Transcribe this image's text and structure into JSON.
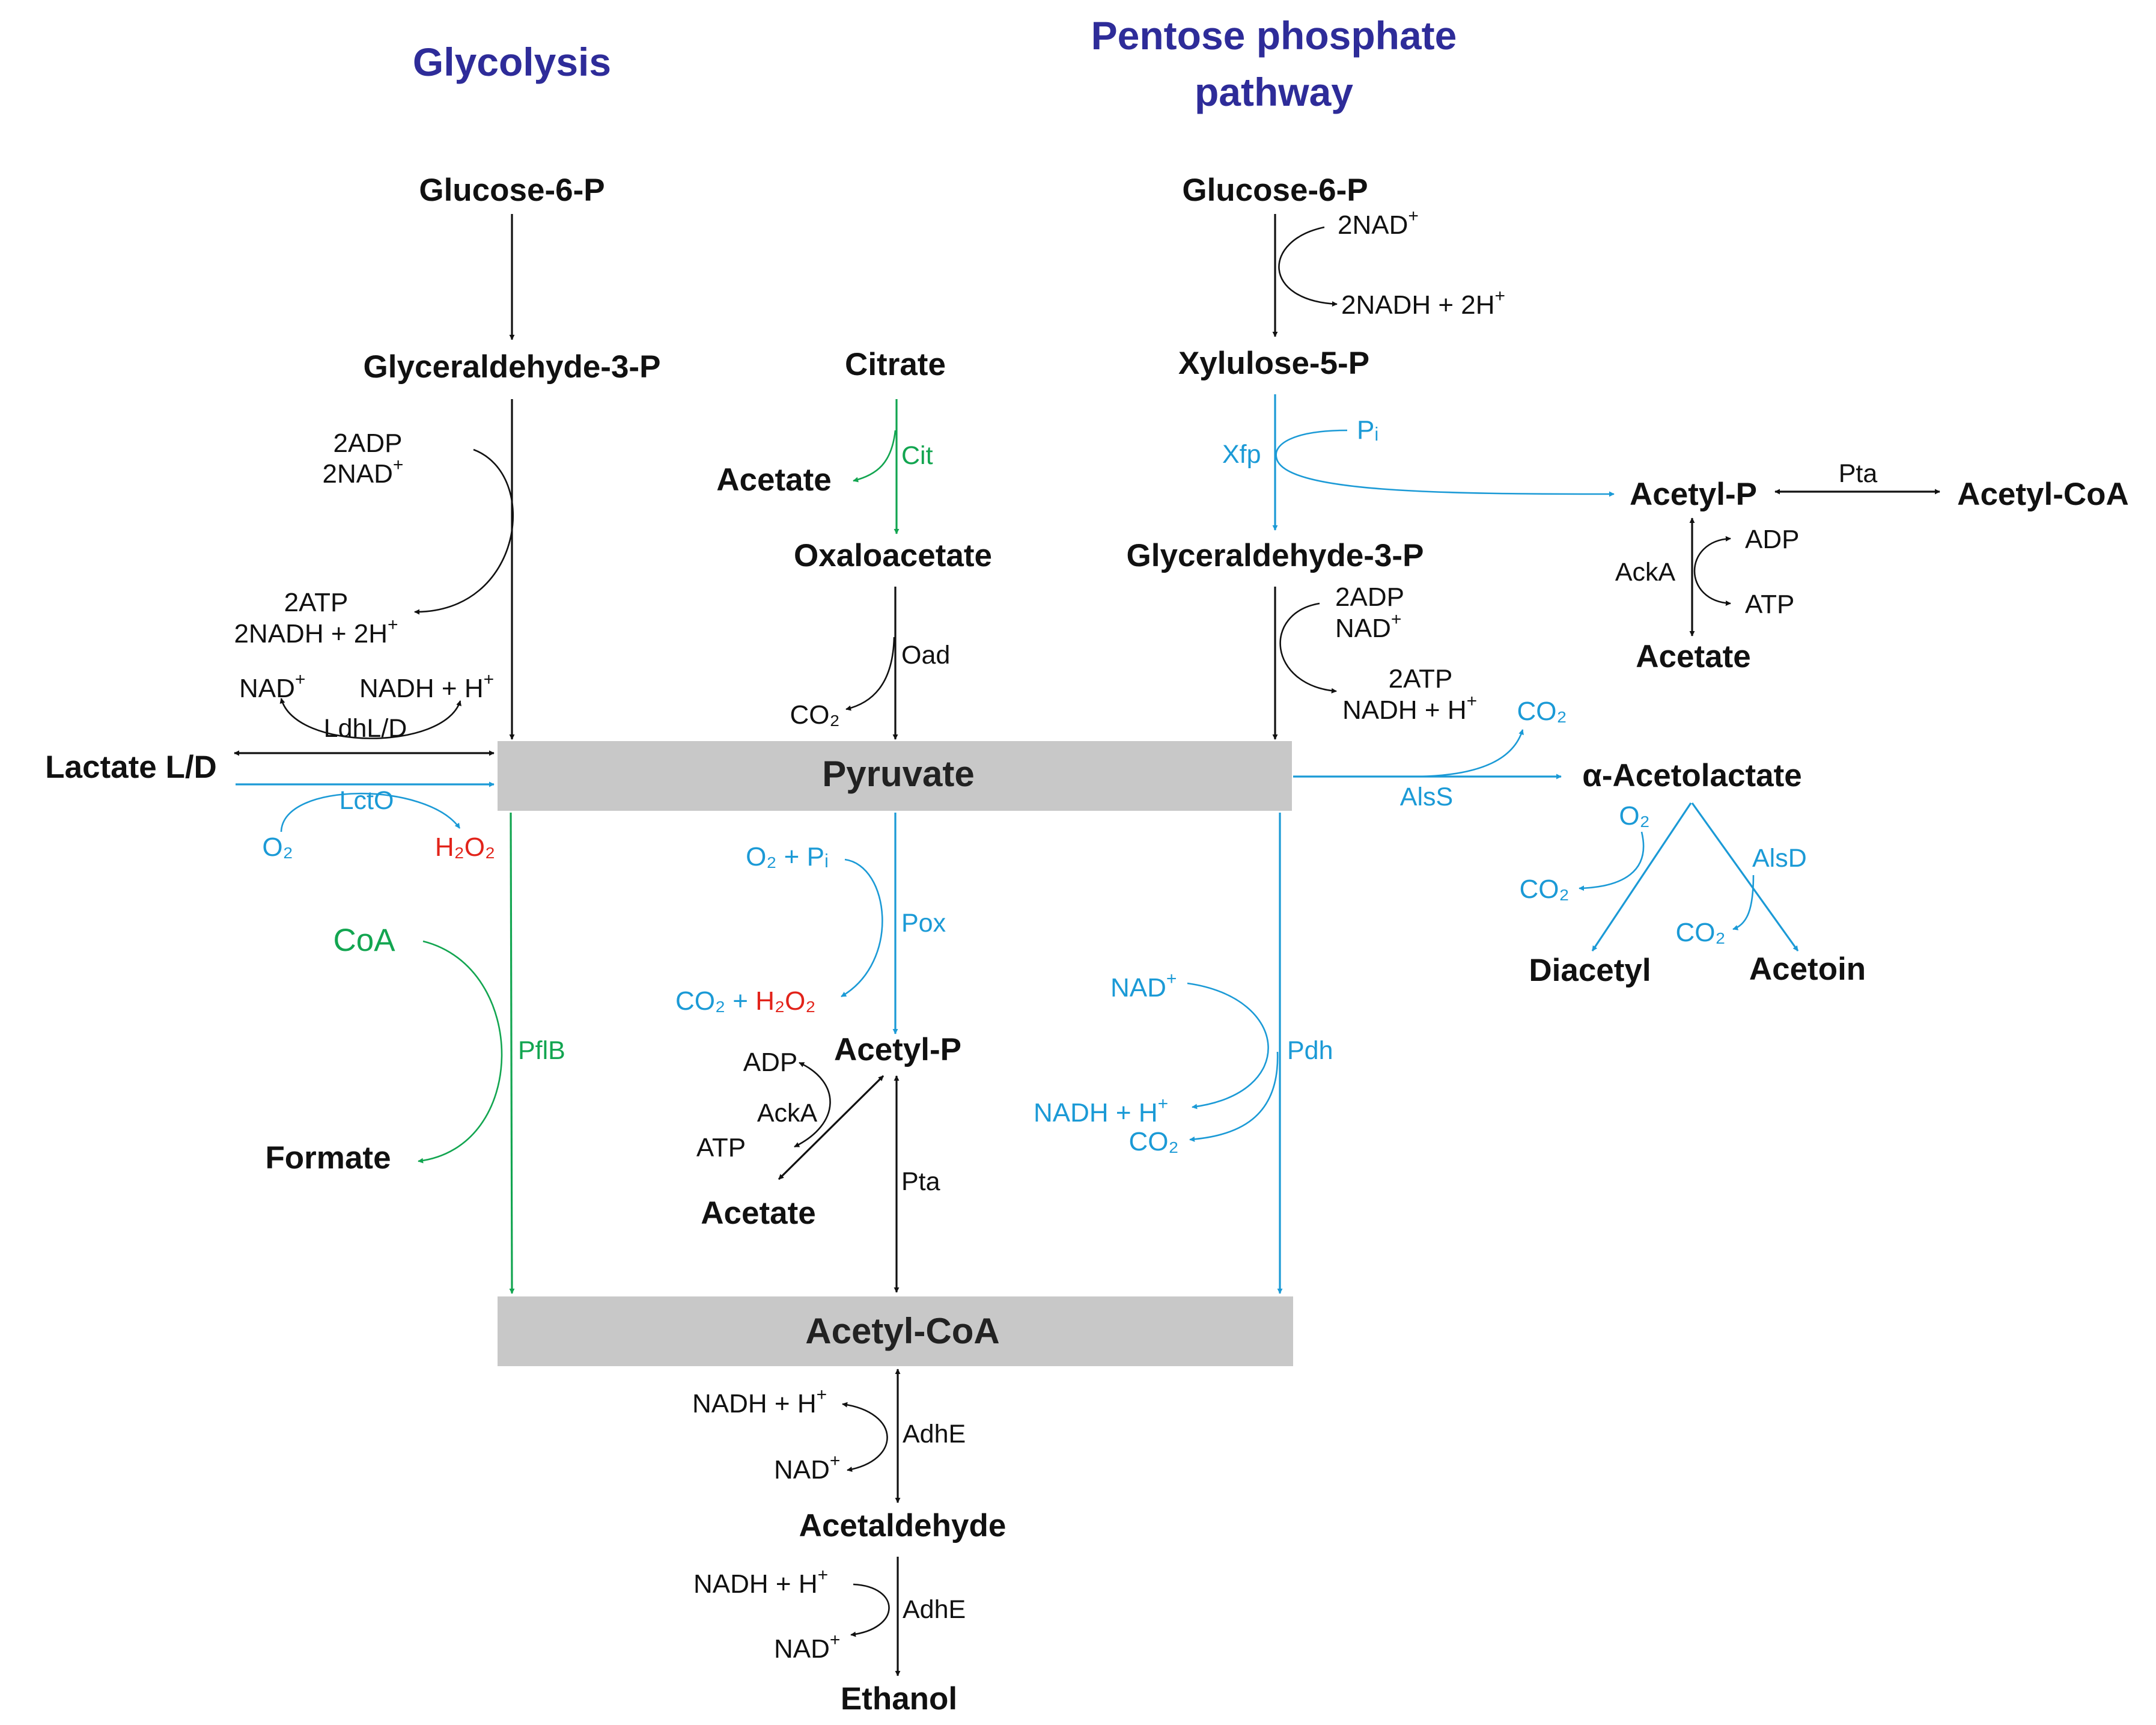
{
  "colors": {
    "header": "#2e2c99",
    "black": "#111111",
    "blue": "#1b9ad6",
    "green": "#12a550",
    "red": "#e2231a",
    "box": "#c8c8c8"
  },
  "headers": {
    "glycolysis": "Glycolysis",
    "pentose_line1": "Pentose phosphate",
    "pentose_line2": "pathway"
  },
  "boxes": {
    "pyruvate": "Pyruvate",
    "acetyl_coa": "Acetyl-CoA"
  },
  "metabolites": {
    "glc6p_left": "Glucose-6-P",
    "g3p_left": "Glyceraldehyde-3-P",
    "citrate": "Citrate",
    "acetate_cit": "Acetate",
    "oxaloacetate": "Oxaloacetate",
    "glc6p_right": "Glucose-6-P",
    "xylulose5p": "Xylulose-5-P",
    "g3p_right": "Glyceraldehyde-3-P",
    "acetylp_right": "Acetyl-P",
    "acetylcoa_right": "Acetyl-CoA",
    "acetate_right": "Acetate",
    "lactate": "Lactate L/D",
    "acetolactate": "α-Acetolactate",
    "diacetyl": "Diacetyl",
    "acetoin": "Acetoin",
    "formate": "Formate",
    "acetylp_mid": "Acetyl-P",
    "acetate_mid": "Acetate",
    "acetaldehyde": "Acetaldehyde",
    "ethanol": "Ethanol"
  },
  "cofactors": {
    "g1_2adp": "2ADP",
    "g1_2nad": "2NAD",
    "g1_2atp": "2ATP",
    "g1_2nadh": "2NADH + 2H",
    "lac_nad": "NAD",
    "lac_nadh": "NADH + H",
    "lac_o2": "O₂",
    "lac_h2o2": "H₂O₂",
    "ppp_2nad": "2NAD",
    "ppp_2nadh": "2NADH + 2H",
    "ppp_pi": "Pᵢ",
    "acka_adp": "ADP",
    "acka_atp": "ATP",
    "g3pr_2adp": "2ADP",
    "g3pr_nad": "NAD",
    "g3pr_2atp": "2ATP",
    "g3pr_nadh": "NADH + H",
    "oad_co2": "CO₂",
    "als_co2": "CO₂",
    "al_o2": "O₂",
    "al_co2_left": "CO₂",
    "al_co2_right": "CO₂",
    "coa": "CoA",
    "pox_o2pi": "O₂ + Pᵢ",
    "pox_co2": "CO₂ + ",
    "pox_h2o2": "H₂O₂",
    "mid_adp": "ADP",
    "mid_atp": "ATP",
    "pdh_nad": "NAD",
    "pdh_nadh": "NADH + H",
    "pdh_co2": "CO₂",
    "adhe1_nadh": "NADH + H",
    "adhe1_nad": "NAD",
    "adhe2_nadh": "NADH + H",
    "adhe2_nad": "NAD",
    "plus": "+"
  },
  "enzymes": {
    "cit": "Cit",
    "oad": "Oad",
    "xfp": "Xfp",
    "pta_right": "Pta",
    "acka_right": "AckA",
    "ldh": "LdhL/D",
    "lcto": "LctO",
    "alss": "AlsS",
    "alsd": "AlsD",
    "pflb": "PflB",
    "pox": "Pox",
    "acka_mid": "AckA",
    "pta_mid": "Pta",
    "pdh": "Pdh",
    "adhe1": "AdhE",
    "adhe2": "AdhE"
  }
}
